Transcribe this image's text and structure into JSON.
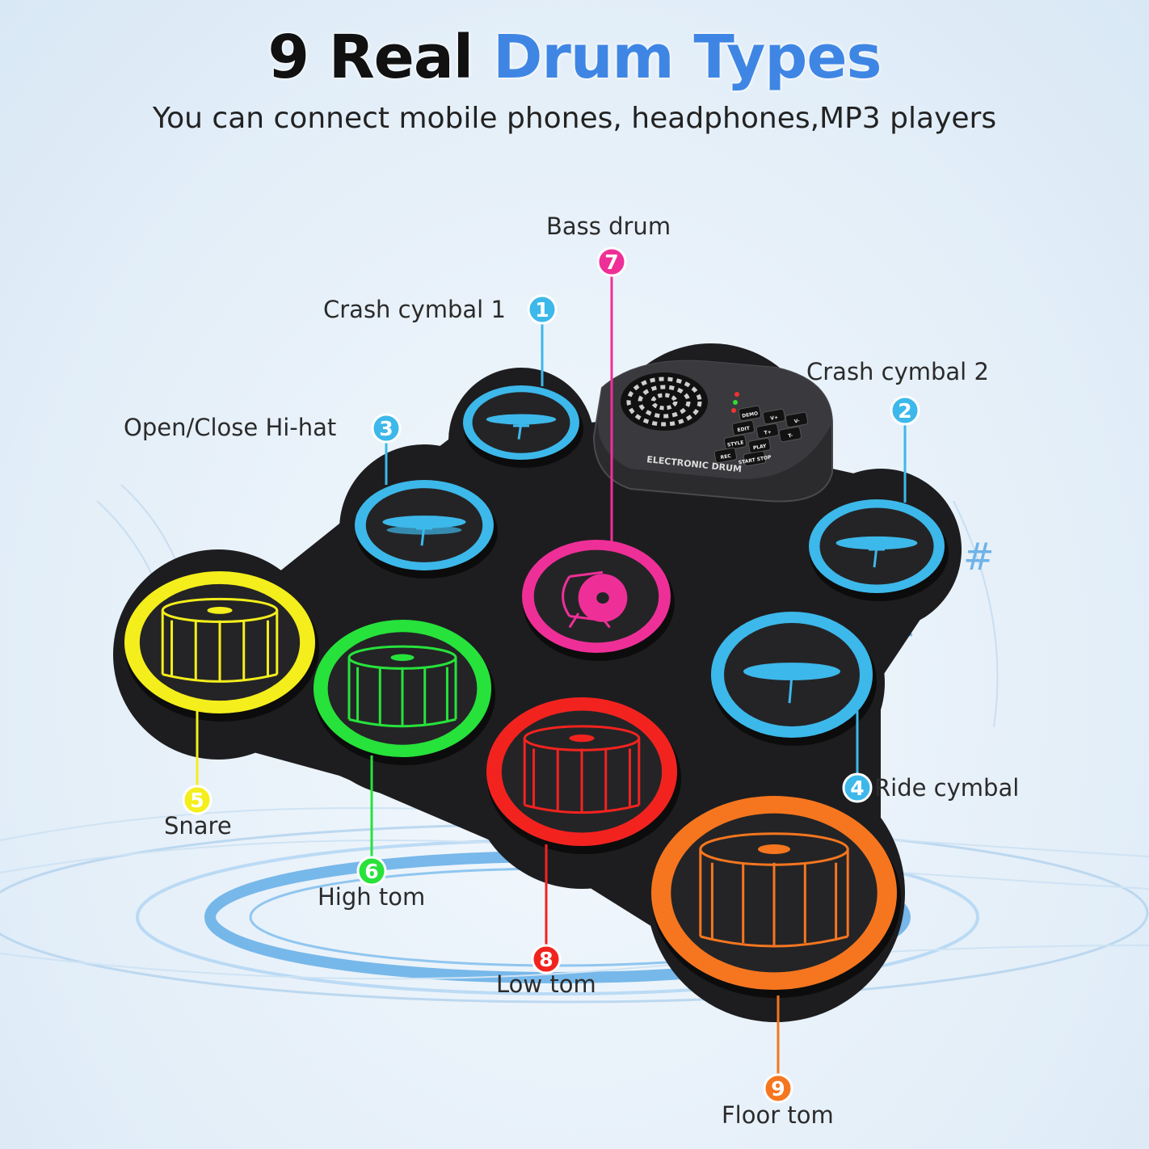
{
  "header": {
    "title_dark": "9 Real",
    "title_accent": "Drum Types",
    "subtitle": "You can connect mobile phones, headphones,MP3 players"
  },
  "colors": {
    "title_accent": "#3f86e4",
    "cymbal_blue": "#3db8ea",
    "bass_pink": "#ef2f98",
    "snare_yellow": "#f4ee1c",
    "high_tom_green": "#27e23b",
    "low_tom_red": "#f2231f",
    "floor_tom_orange": "#f6761f",
    "pad_body": "#1f1f1f"
  },
  "control_panel": {
    "brand": "ELECTRONIC DRUM",
    "buttons": [
      "DEMO",
      "V+",
      "V-",
      "EDIT",
      "T+",
      "T-",
      "STYLE",
      "PLAY",
      "REC",
      "START STOP"
    ]
  },
  "pads": [
    {
      "number": "1",
      "label": "Crash cymbal 1",
      "kind": "cymbal",
      "icon": "cymbal-icon"
    },
    {
      "number": "2",
      "label": "Crash cymbal 2",
      "kind": "cymbal",
      "icon": "cymbal-icon"
    },
    {
      "number": "3",
      "label": "Open/Close Hi-hat",
      "kind": "hihat",
      "icon": "hihat-icon"
    },
    {
      "number": "4",
      "label": "Ride cymbal",
      "kind": "cymbal",
      "icon": "cymbal-icon"
    },
    {
      "number": "5",
      "label": "Snare",
      "kind": "drum",
      "icon": "snare-drum-icon"
    },
    {
      "number": "6",
      "label": "High tom",
      "kind": "drum",
      "icon": "tom-drum-icon"
    },
    {
      "number": "7",
      "label": "Bass drum",
      "kind": "bass",
      "icon": "bass-drum-icon"
    },
    {
      "number": "8",
      "label": "Low tom",
      "kind": "drum",
      "icon": "tom-drum-icon"
    },
    {
      "number": "9",
      "label": "Floor tom",
      "kind": "drum",
      "icon": "floor-tom-icon"
    }
  ]
}
